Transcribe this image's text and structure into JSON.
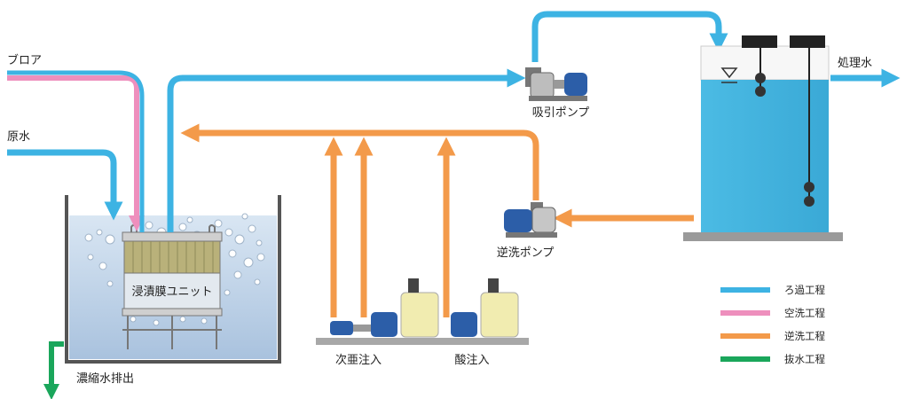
{
  "labels": {
    "blower": "ブロア",
    "raw_water": "原水",
    "suction_pump": "吸引ポンプ",
    "treated_water": "処理水",
    "backwash_pump": "逆洗ポンプ",
    "membrane_unit": "浸漬膜ユニット",
    "hypochlorite_injection": "次亜注入",
    "acid_injection": "酸注入",
    "concentrate_discharge": "濃縮水排出"
  },
  "legend": [
    {
      "label": "ろ過工程",
      "color": "#3db3e3"
    },
    {
      "label": "空洗工程",
      "color": "#ee8fbd"
    },
    {
      "label": "逆洗工程",
      "color": "#f39a4a"
    },
    {
      "label": "抜水工程",
      "color": "#1aa65b"
    }
  ],
  "colors": {
    "filtration": "#3db3e3",
    "air_wash": "#ee8fbd",
    "backwash": "#f39a4a",
    "drain": "#1aa65b",
    "tank_water": "#45b6df",
    "pump_blue": "#2c5ea8",
    "dosing_tank": "#f1ecb0"
  }
}
